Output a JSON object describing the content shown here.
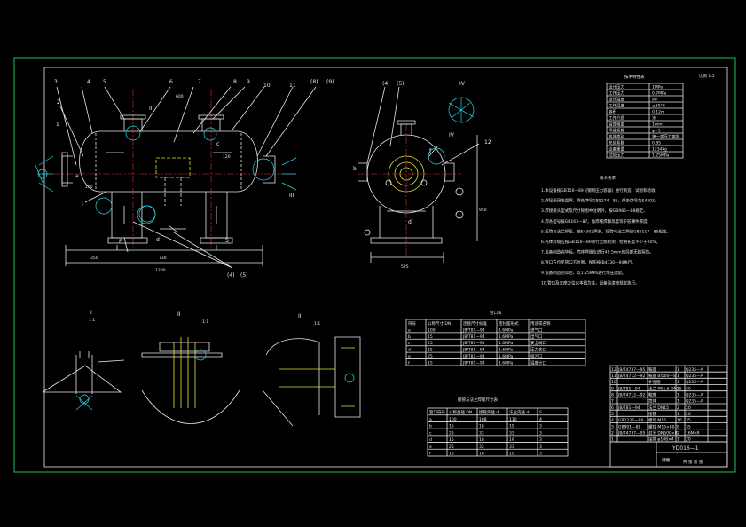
{
  "drawing": {
    "part_labels_left": [
      "1",
      "2",
      "3",
      "4",
      "5",
      "6",
      "7",
      "8",
      "9",
      "10",
      "11",
      "(8)",
      "(9)"
    ],
    "part_labels_right": [
      "(4)",
      "(5)",
      "12"
    ],
    "detail_marks": {
      "I": "I",
      "II": "II",
      "III": "III",
      "IV": "IV",
      "IV_b": "IV"
    },
    "nozzle_letters": [
      "a",
      "b",
      "c",
      "d",
      "e",
      "f",
      "S",
      "F"
    ],
    "dims_left": {
      "total": "1200",
      "span": "730",
      "left": "350",
      "height": "600",
      "small1": "100",
      "small2": "120"
    },
    "dims_right": {
      "base": "525",
      "height": "950"
    },
    "bottom_leader_labels": [
      "(4)",
      "(5)"
    ],
    "section_titles": [
      {
        "num": "I",
        "scale": "1:1"
      },
      {
        "num": "II",
        "scale": "1:1"
      },
      {
        "num": "III",
        "scale": "1:1"
      }
    ],
    "scale_tag": "比例 1:5"
  },
  "tech_specs": {
    "title": "技术特性表",
    "rows": [
      [
        "设计压力",
        "1MPa"
      ],
      [
        "工作压力",
        "0.7MPa"
      ],
      [
        "设计温度",
        "80"
      ],
      [
        "工作温度",
        "≤80°C"
      ],
      [
        "容积",
        "0.12m"
      ],
      [
        "工作介质",
        "水"
      ],
      [
        "腐蚀裕量",
        "1mm"
      ],
      [
        "焊缝系数",
        "φ=1"
      ],
      [
        "容器类别",
        "第一类压力容器"
      ],
      [
        "充装系数",
        "0.85"
      ],
      [
        "设备重量",
        "1234kg"
      ],
      [
        "试验压力",
        "1.25MPa"
      ]
    ]
  },
  "tech_notes": {
    "title": "技术要求",
    "lines": [
      "1.本设备按GB150—89《钢制压力容器》进行制造、试验和验收。",
      "2.焊接采用电弧焊，焊条牌号GB5274—86，焊条牌号为E4303。",
      "3.焊接接头型式及尺寸除图中注明外，按GB985—88规定。",
      "4.焊条型号按GB163—87，角焊缝焊脚高度等于较薄件厚度。",
      "5.接管与法兰焊接，按E4303焊条。接管与法兰焊缝GB5117—85规定。",
      "6.壳体焊缝应按GB150—89进行无损检测，检测长度不少于20%。",
      "7.设备制造完毕后，壳体焊缝应进行40.5mm的局部无损探伤。",
      "8.管口方位见管口方位图，探伤按JB4730—94执行。",
      "9.设备制造完毕后，以1.25MPa进行水压试验。",
      "10.管口及支座方位以本图为准，设备涂漆按规定执行。"
    ]
  },
  "nozzle_table": {
    "title": "管口表",
    "headers": [
      "符号",
      "公称尺寸 DN",
      "连接尺寸标准",
      "密封面形式",
      "用途或名称"
    ],
    "rows": [
      [
        "a",
        "100",
        "JB/T81—94",
        "1.6MPa",
        "进气口"
      ],
      [
        "b",
        "15",
        "JB/T81—94",
        "1.6MPa",
        "出气口"
      ],
      [
        "c",
        "25",
        "JB/T81—94",
        "1.6MPa",
        "安全阀口"
      ],
      [
        "d",
        "15",
        "JB/T81—94",
        "1.6MPa",
        "压力表口"
      ],
      [
        "e",
        "25",
        "JB/T81—94",
        "1.6MPa",
        "排污口"
      ],
      [
        "f",
        "15",
        "JB/T81—94",
        "1.6MPa",
        "温度计口"
      ]
    ]
  },
  "weld_table": {
    "title": "接管与法兰焊接尺寸表",
    "headers": [
      "管口符号",
      "公称直径 DN",
      "接管外径 d",
      "法兰内径 d₁",
      "S"
    ],
    "rows": [
      [
        "a",
        "100",
        "108",
        "110",
        "4"
      ],
      [
        "b",
        "15",
        "18",
        "19",
        "3"
      ],
      [
        "c",
        "25",
        "32",
        "33",
        "3"
      ],
      [
        "d",
        "15",
        "18",
        "19",
        "3"
      ],
      [
        "e",
        "25",
        "32",
        "33",
        "3"
      ],
      [
        "f",
        "15",
        "18",
        "19",
        "3"
      ]
    ]
  },
  "title_block": {
    "bom_rows": [
      [
        "12",
        "JB/T4737—95",
        "鞍座",
        "1",
        "Q235—A"
      ],
      [
        "11",
        "JB/T4712—92",
        "鞍座 BI500—S",
        "1",
        "Q235—A"
      ],
      [
        "10",
        "",
        "补强圈",
        "1",
        "Q235—A"
      ],
      [
        "9",
        "JB/T81—94",
        "法兰 PN1.6 DN25",
        "2",
        "20"
      ],
      [
        "8",
        "JB/T4712—92",
        "鞍座",
        "1",
        "Q235—A"
      ],
      [
        "7",
        "",
        "筒体",
        "1",
        "Q235—A"
      ],
      [
        "6",
        "JB/T81—94",
        "法兰 DN15",
        "2",
        "20"
      ],
      [
        "5",
        "",
        "接管",
        "1",
        "20"
      ],
      [
        "4",
        "GB1237—88",
        "螺母 M16",
        "16",
        "35"
      ],
      [
        "3",
        "GB901—88",
        "螺柱 M16×80",
        "8",
        "35"
      ],
      [
        "2",
        "JB/T4737—95",
        "封头 DN500×8",
        "2",
        "16MnR"
      ],
      [
        "1",
        "",
        "接管 φ108×4",
        "1",
        "20"
      ]
    ],
    "drawing_no": "YD016—1",
    "drawing_name": "储罐",
    "footer_label": "共 张 第 张"
  }
}
